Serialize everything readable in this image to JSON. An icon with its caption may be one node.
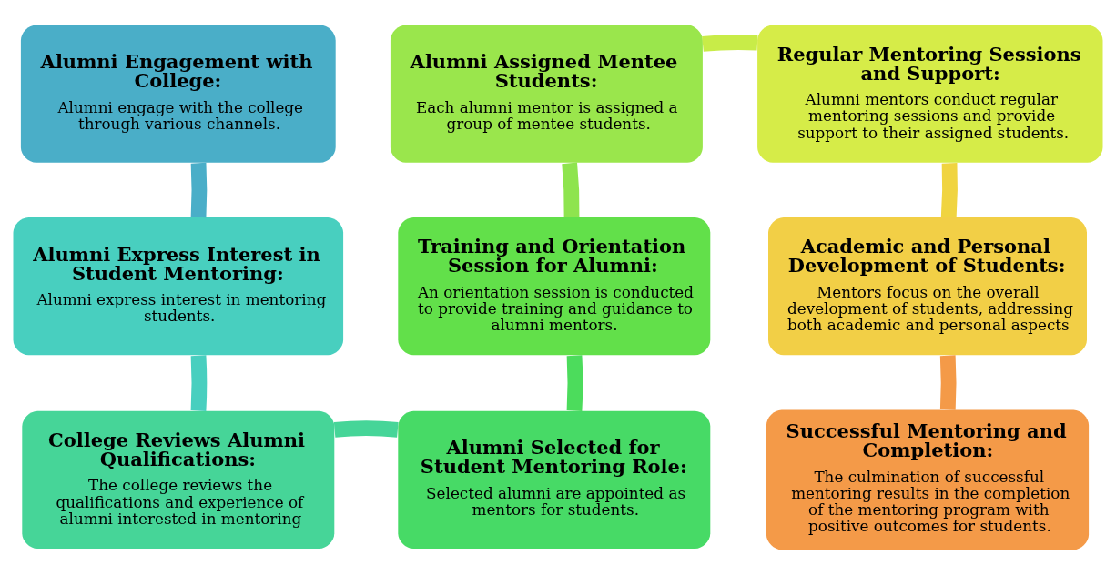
{
  "diagram": {
    "nodes": [
      {
        "text": [
          "Alumni Engagement with College:",
          "Alumni engage with the college through various channels."
        ]
      },
      {
        "text": [
          "Alumni Express Interest in Student Mentoring:",
          "Alumni express interest in mentoring students."
        ]
      },
      {
        "text": [
          "College Reviews Alumni Qualifications:",
          "The college reviews the qualifications and experience of alumni interested in mentoring"
        ]
      },
      {
        "text": [
          "Alumni Selected for Student Mentoring Role:",
          "Selected alumni are appointed as mentors for students."
        ]
      },
      {
        "text": [
          "Training and Orientation Session for Alumni:",
          "An orientation session is conducted to provide training and guidance to alumni mentors."
        ]
      },
      {
        "text": [
          "Alumni Assigned Mentee Students:",
          "Each alumni mentor is assigned a group of mentee students."
        ]
      },
      {
        "text": [
          "Regular Mentoring Sessions and Support:",
          "Alumni mentors conduct regular mentoring sessions and provide support to their assigned students."
        ]
      },
      {
        "text": [
          "Academic and Personal Development of Students:",
          "Mentors focus on the overall development of students, addressing both academic and personal aspects"
        ]
      },
      {
        "text": [
          "Successful Mentoring and Completion:",
          "The culmination of successful mentoring results in the completion of the mentoring program with positive outcomes for students."
        ]
      }
    ],
    "edges": [
      {
        "from": 0,
        "to": 1,
        "arrow": "none",
        "color": "#4aaec8"
      },
      {
        "from": 1,
        "to": 2,
        "arrow": "none",
        "color": "#48cfbf"
      },
      {
        "from": 2,
        "to": 3,
        "arrow": "none",
        "color": "#46d598"
      },
      {
        "from": 3,
        "to": 4,
        "arrow": "none",
        "color": "#4cdc5c"
      },
      {
        "from": 4,
        "to": 5,
        "arrow": "none",
        "color": "#8ee44e"
      },
      {
        "from": 5,
        "to": 6,
        "arrow": "none",
        "color": "#c8ec48"
      },
      {
        "from": 6,
        "to": 7,
        "arrow": "none",
        "color": "#f0d440"
      },
      {
        "from": 7,
        "to": 8,
        "arrow": "none",
        "color": "#f49a48"
      }
    ]
  }
}
